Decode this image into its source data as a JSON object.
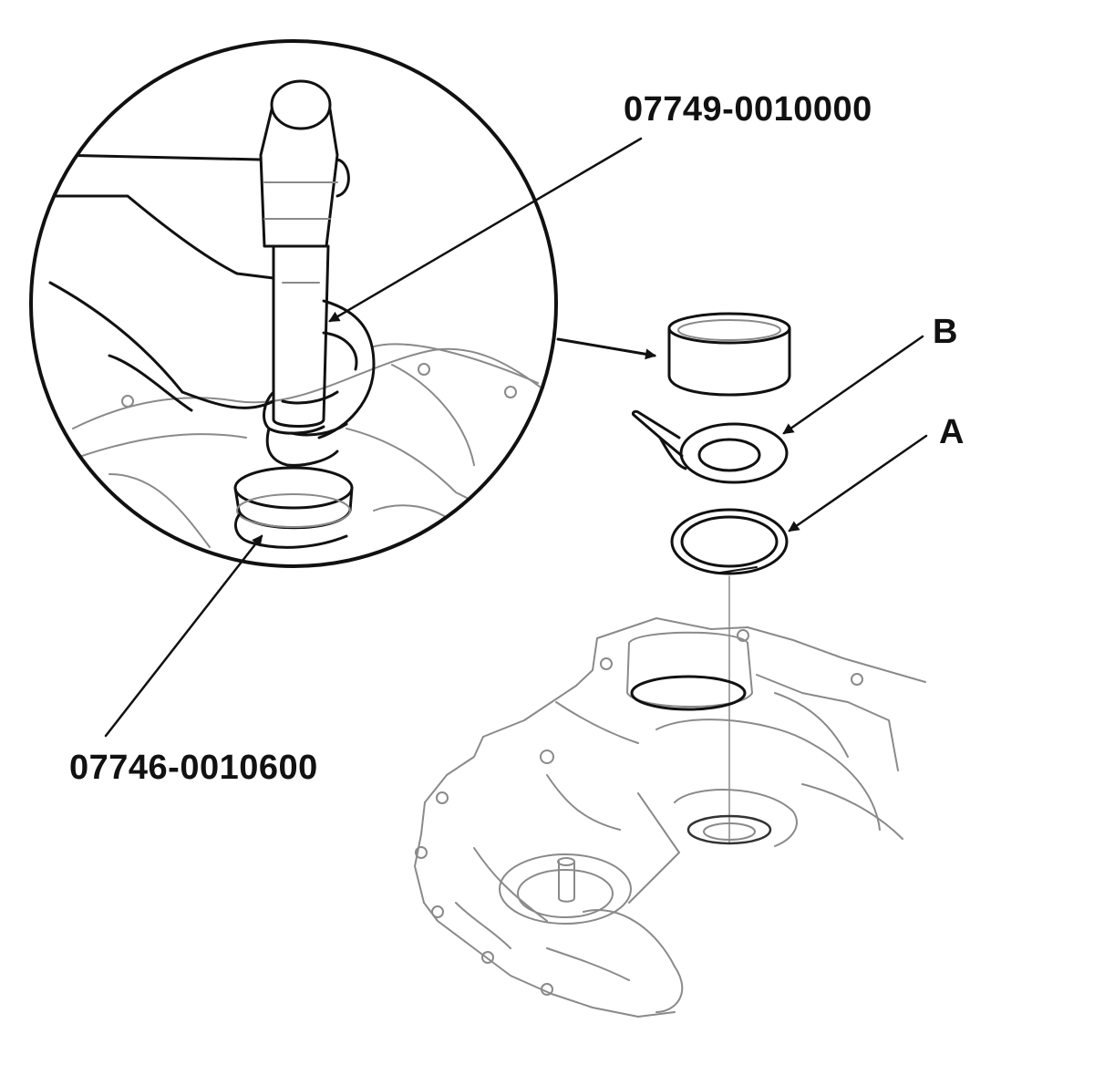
{
  "labels": {
    "tool_top": "07749-0010000",
    "tool_bottom": "07746-0010600",
    "part_b": "B",
    "part_a": "A"
  },
  "icons": {
    "detail_circle": "detail-magnifier-circle",
    "hammer": "hammer-icon",
    "hand": "hand-icon",
    "installer": "seal-installer-tool"
  },
  "colors": {
    "line": "#111111",
    "light_line": "#8a8a8a",
    "background": "#ffffff"
  }
}
